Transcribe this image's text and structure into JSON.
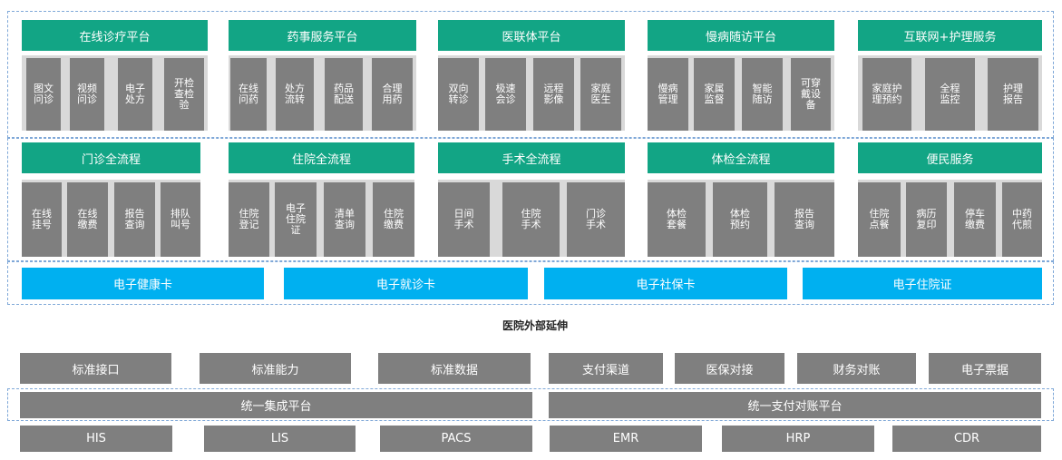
{
  "platforms": [
    {
      "title": "在线诊疗平台",
      "tiles": [
        "图文\n问诊",
        "视频\n问诊",
        "电子\n处方",
        "开检\n查检\n验"
      ]
    },
    {
      "title": "药事服务平台",
      "tiles": [
        "在线\n问药",
        "处方\n流转",
        "药品\n配送",
        "合理\n用药"
      ]
    },
    {
      "title": "医联体平台",
      "tiles": [
        "双向\n转诊",
        "极速\n会诊",
        "远程\n影像",
        "家庭\n医生"
      ]
    },
    {
      "title": "慢病随访平台",
      "tiles": [
        "慢病\n管理",
        "家属\n监督",
        "智能\n随访",
        "可穿\n戴设\n备"
      ]
    },
    {
      "title": "互联网+护理服务",
      "tiles": [
        "家庭护\n理预约",
        "全程\n监控",
        "护理\n报告"
      ]
    }
  ],
  "processes": [
    {
      "title": "门诊全流程",
      "tiles": [
        "在线\n挂号",
        "在线\n缴费",
        "报告\n查询",
        "排队\n叫号"
      ]
    },
    {
      "title": "住院全流程",
      "tiles": [
        "住院\n登记",
        "电子\n住院\n证",
        "清单\n查询",
        "住院\n缴费"
      ]
    },
    {
      "title": "手术全流程",
      "tiles": [
        "日间\n手术",
        "住院\n手术",
        "门诊\n手术"
      ]
    },
    {
      "title": "体检全流程",
      "tiles": [
        "体检\n套餐",
        "体检\n预约",
        "报告\n查询"
      ]
    },
    {
      "title": "便民服务",
      "tiles": [
        "住院\n点餐",
        "病历\n复印",
        "停车\n缴费",
        "中药\n代煎"
      ]
    }
  ],
  "cards": [
    "电子健康卡",
    "电子就诊卡",
    "电子社保卡",
    "电子住院证"
  ],
  "extension_label": "医院外部延伸",
  "capabilities": [
    "标准接口",
    "标准能力",
    "标准数据",
    "支付渠道",
    "医保对接",
    "财务对账",
    "电子票据"
  ],
  "integration": [
    "统一集成平台",
    "统一支付对账平台"
  ],
  "systems": [
    "HIS",
    "LIS",
    "PACS",
    "EMR",
    "HRP",
    "CDR"
  ],
  "colors": {
    "header_green": "#12a585",
    "card_blue": "#00b0f0",
    "tile_gray": "#7f7f7f",
    "panel_gray": "#d9d9d9",
    "dash_blue": "#7fa8d8"
  }
}
